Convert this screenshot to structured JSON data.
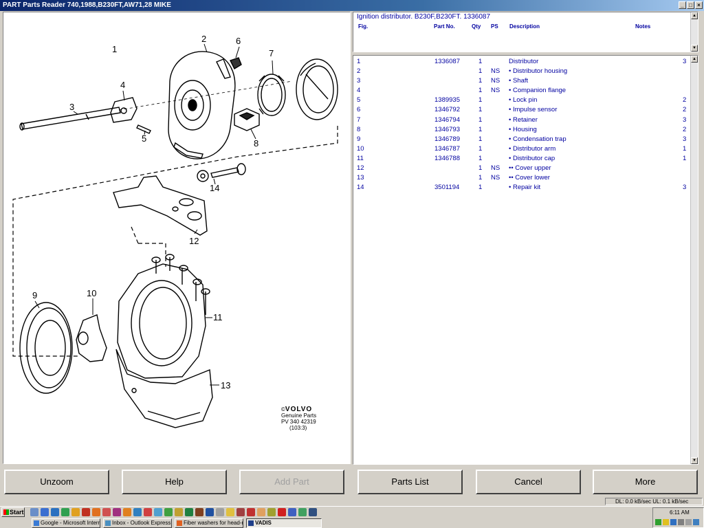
{
  "window": {
    "title": "PART Parts Reader 740,1988,B230FT,AW71,28 MIKE",
    "controls": {
      "minimize": "_",
      "maximize": "□",
      "close": "×"
    }
  },
  "diagram": {
    "callouts": [
      "1",
      "2",
      "3",
      "4",
      "5",
      "6",
      "7",
      "8",
      "9",
      "10",
      "11",
      "12",
      "13",
      "14"
    ],
    "logo": {
      "copyright": "©",
      "brand": "VOLVO",
      "line1": "Genuine Parts",
      "line2": "PV 340 42319",
      "line3": "(103:3)"
    }
  },
  "header": {
    "title": "Ignition distributor. B230F,B230FT. 1336087",
    "columns": {
      "fig": "Fig.",
      "part_no": "Part No.",
      "qty": "Qty",
      "ps": "PS",
      "description": "Description",
      "notes": "Notes"
    }
  },
  "parts": [
    {
      "fig": "1",
      "part_no": "1336087",
      "qty": "1",
      "ps": "",
      "description": "Distributor",
      "notes": "3"
    },
    {
      "fig": "2",
      "part_no": "",
      "qty": "1",
      "ps": "NS",
      "description": "• Distributor housing",
      "notes": ""
    },
    {
      "fig": "3",
      "part_no": "",
      "qty": "1",
      "ps": "NS",
      "description": "• Shaft",
      "notes": ""
    },
    {
      "fig": "4",
      "part_no": "",
      "qty": "1",
      "ps": "NS",
      "description": "• Companion flange",
      "notes": ""
    },
    {
      "fig": "5",
      "part_no": "1389935",
      "qty": "1",
      "ps": "",
      "description": "• Lock pin",
      "notes": "2"
    },
    {
      "fig": "6",
      "part_no": "1346792",
      "qty": "1",
      "ps": "",
      "description": "• Impulse sensor",
      "notes": "2"
    },
    {
      "fig": "7",
      "part_no": "1346794",
      "qty": "1",
      "ps": "",
      "description": "• Retainer",
      "notes": "3"
    },
    {
      "fig": "8",
      "part_no": "1346793",
      "qty": "1",
      "ps": "",
      "description": "• Housing",
      "notes": "2"
    },
    {
      "fig": "9",
      "part_no": "1346789",
      "qty": "1",
      "ps": "",
      "description": "• Condensation trap",
      "notes": "3"
    },
    {
      "fig": "10",
      "part_no": "1346787",
      "qty": "1",
      "ps": "",
      "description": "• Distributor arm",
      "notes": "1"
    },
    {
      "fig": "11",
      "part_no": "1346788",
      "qty": "1",
      "ps": "",
      "description": "• Distributor cap",
      "notes": "1"
    },
    {
      "fig": "12",
      "part_no": "",
      "qty": "1",
      "ps": "NS",
      "description": "•• Cover upper",
      "notes": ""
    },
    {
      "fig": "13",
      "part_no": "",
      "qty": "1",
      "ps": "NS",
      "description": "•• Cover lower",
      "notes": ""
    },
    {
      "fig": "14",
      "part_no": "3501194",
      "qty": "1",
      "ps": "",
      "description": "• Repair kit",
      "notes": "3"
    }
  ],
  "buttons": {
    "unzoom": "Unzoom",
    "help": "Help",
    "add_part": "Add Part",
    "parts_list": "Parts List",
    "cancel": "Cancel",
    "more": "More"
  },
  "status": {
    "transfer": "DL: 0.0 kB/sec  UL: 0.1 kB/sec"
  },
  "taskbar": {
    "start": "Start",
    "tasks": [
      {
        "label": "Google - Microsoft Intern...",
        "active": false,
        "color": "#3a7bd5"
      },
      {
        "label": "Inbox - Outlook Express",
        "active": false,
        "color": "#4a90c0"
      },
      {
        "label": "Fiber washers for head-m...",
        "active": false,
        "color": "#e06020"
      },
      {
        "label": "VADIS",
        "active": true,
        "color": "#20408a"
      }
    ],
    "clock": "6:11 AM",
    "quick_launch_colors": [
      "#6a8ec8",
      "#3a6ed0",
      "#2a70c0",
      "#30a050",
      "#e0a020",
      "#c03020",
      "#e07020",
      "#d05050",
      "#a03080",
      "#e08020",
      "#3080c0",
      "#d04040",
      "#50a0d0",
      "#40a040",
      "#c0a030",
      "#208040",
      "#804020",
      "#2050a0",
      "#a0a0a0",
      "#e0c040",
      "#a04040",
      "#c03030",
      "#e0a060",
      "#a0a030",
      "#d02020",
      "#4060c0",
      "#40a060",
      "#305080"
    ],
    "tray_colors": [
      "#30a030",
      "#e0c020",
      "#3070c0",
      "#808080",
      "#a0a0a0",
      "#4080c0"
    ]
  }
}
